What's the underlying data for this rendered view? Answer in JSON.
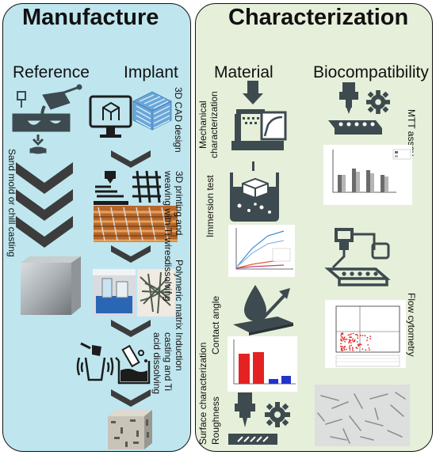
{
  "manufacture": {
    "title": "Manufacture",
    "reference": {
      "heading": "Reference",
      "process_label": "Sand mold or chill casting"
    },
    "implant": {
      "heading": "Implant",
      "steps": [
        "3D CAD design",
        "3D printing and\nweaving with Ti wires",
        "Polymeric matrix\ndissolving",
        "Induction\ncasting and Ti\nacid dissolving"
      ]
    }
  },
  "characterization": {
    "title": "Characterization",
    "material": {
      "heading": "Material",
      "labels": [
        "Mechanical\ncharacterization",
        "Immersion test",
        "Surface characterization",
        "Contact angle",
        "Roughness"
      ]
    },
    "biocompatibility": {
      "heading": "Biocompatibility",
      "labels": [
        "MTT assay",
        "Flow cytometry"
      ]
    }
  },
  "colors": {
    "manufacture_bg": "#bfe6ef",
    "characterization_bg": "#e6efd9",
    "icon_dark": "#3d4a4f",
    "chevron": "#3c3c3c",
    "bar_red": "#e52222",
    "bar_blue": "#2233cc"
  },
  "icons": [
    "casting-ladle-icon",
    "mold-icon",
    "computer-cad-icon",
    "printer-icon",
    "weave-icon",
    "induction-furnace-icon",
    "acid-beaker-icon",
    "press-icon",
    "immersion-tank-icon",
    "droplet-icon",
    "profilometer-icon",
    "pipette-plate-icon",
    "gear-icon",
    "flow-cytometer-icon"
  ]
}
